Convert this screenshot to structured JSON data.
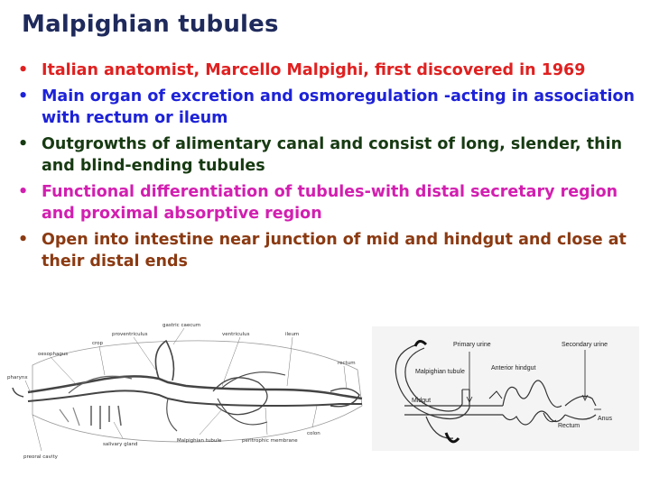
{
  "slide": {
    "title": "Malpighian tubules",
    "bullets": [
      {
        "text": "Italian anatomist, Marcello Malpighi, first discovered in 1969",
        "color": "#e02020"
      },
      {
        "text": "Main organ of excretion and osmoregulation -acting in association with rectum or ileum",
        "color": "#1d22d8"
      },
      {
        "text": "Outgrowths of alimentary canal and consist of long, slender, thin and blind-ending tubules",
        "color": "#173a12"
      },
      {
        "text": "Functional differentiation of tubules-with distal secretary region and proximal absorptive region",
        "color": "#d21fb0"
      },
      {
        "text": "Open into intestine near junction of mid and hindgut and close at their distal ends",
        "color": "#8b3a12"
      }
    ]
  },
  "figure_left": {
    "labels": {
      "gastric_caecum": "gastric caecum",
      "proventriculus": "proventriculus",
      "ventriculus": "ventriculus",
      "ileum": "ileum",
      "crop": "crop",
      "oesophagus": "oesophagus",
      "rectum": "rectum",
      "pharynx": "pharynx",
      "salivary_gland": "salivary gland",
      "malpighian_tubule": "Malpighian tubule",
      "peritrophic_membrane": "peritrophic membrane",
      "colon": "colon",
      "preoral_cavity": "preoral cavity"
    }
  },
  "figure_right": {
    "labels": {
      "primary_urine": "Primary urine",
      "secondary_urine": "Secondary urine",
      "malpighian_tubule": "Malpighian tubule",
      "anterior_hindgut": "Anterior hindgut",
      "midgut": "Midgut",
      "rectum": "Rectum",
      "anus": "Anus"
    }
  }
}
